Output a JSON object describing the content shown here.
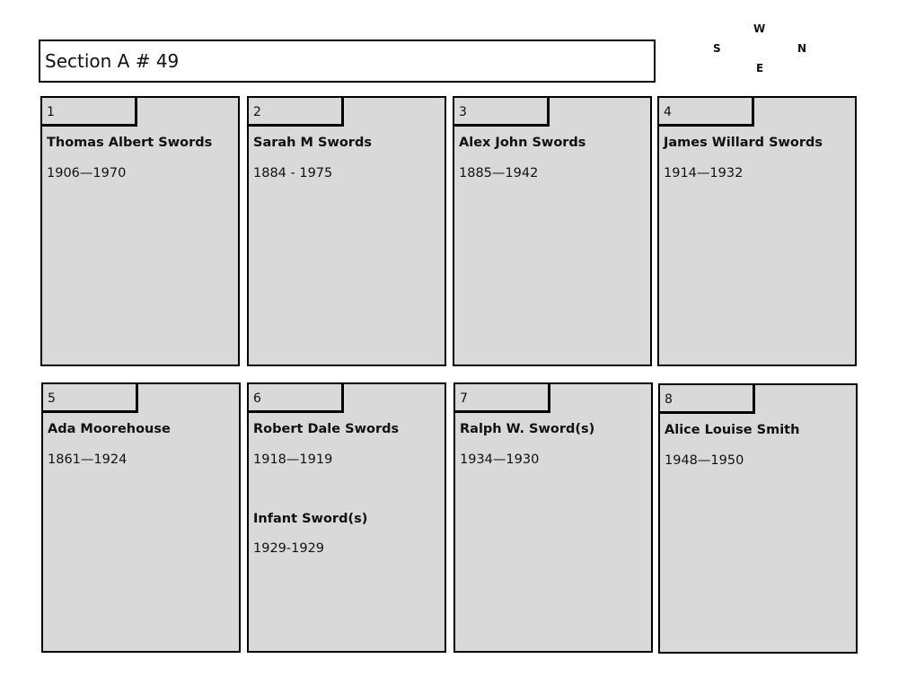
{
  "section": {
    "title": "Section A # 49"
  },
  "compass": {
    "top": "W",
    "left": "S",
    "right": "N",
    "bottom": "E"
  },
  "plots": [
    {
      "number": "1",
      "entries": [
        {
          "name": "Thomas Albert Swords",
          "dates": "1906—1970"
        }
      ]
    },
    {
      "number": "2",
      "entries": [
        {
          "name": "Sarah M Swords",
          "dates": "1884 - 1975"
        }
      ]
    },
    {
      "number": "3",
      "entries": [
        {
          "name": "Alex John Swords",
          "dates": "1885—1942"
        }
      ]
    },
    {
      "number": "4",
      "entries": [
        {
          "name": "James Willard Swords",
          "dates": "1914—1932"
        }
      ]
    },
    {
      "number": "5",
      "entries": [
        {
          "name": "Ada Moorehouse",
          "dates": "1861—1924"
        }
      ]
    },
    {
      "number": "6",
      "entries": [
        {
          "name": "Robert Dale Swords",
          "dates": "1918—1919"
        },
        {
          "name": "Infant Sword(s)",
          "dates": "1929-1929"
        }
      ]
    },
    {
      "number": "7",
      "entries": [
        {
          "name": "Ralph W. Sword(s)",
          "dates": "1934—1930"
        }
      ]
    },
    {
      "number": "8",
      "entries": [
        {
          "name": "Alice Louise Smith",
          "dates": "1948—1950"
        }
      ]
    }
  ]
}
